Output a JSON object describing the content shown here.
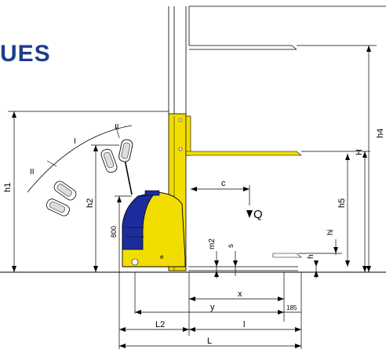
{
  "heading": "UES",
  "colors": {
    "body_yellow": "#f2dd00",
    "cover_blue": "#1d2c9c",
    "heading_blue": "#1d3d8f",
    "line": "#000000"
  },
  "dimension_labels": {
    "h1": "h1",
    "h2": "h2",
    "h4": "h4",
    "h5": "h5",
    "H": "H",
    "hi": "hi",
    "h": "h",
    "m2": "m2",
    "s": "s",
    "c": "c",
    "Q": "Q",
    "x": "x",
    "y": "y",
    "L2": "L2",
    "l": "l",
    "L": "L",
    "d185": "185",
    "d800": "800",
    "arc_I": "I",
    "arc_II_top": "II",
    "arc_II_left": "II"
  }
}
